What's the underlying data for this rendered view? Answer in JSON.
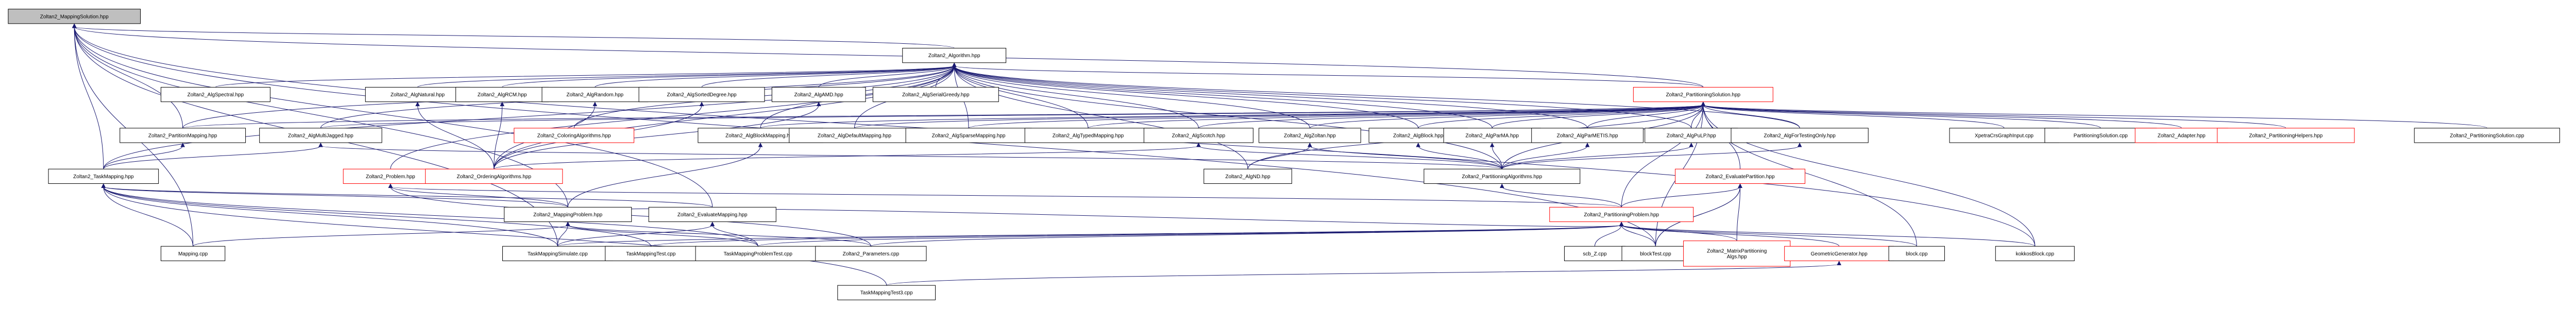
{
  "diagram": {
    "title": "",
    "colors": {
      "root_fill": "#bfbfbf",
      "node_fill": "#ffffff",
      "node_border": "#000000",
      "node_border_undocumented": "#ff0000",
      "node_text_undocumented": "#ff0000",
      "edge_color": "#191970"
    },
    "nodes": [
      {
        "id": "mapping_solution",
        "label": "Zoltan2_MappingSolution.hpp",
        "kind": "root"
      },
      {
        "id": "algorithm",
        "label": "Zoltan2_Algorithm.hpp",
        "kind": "normal"
      },
      {
        "id": "alg_serial",
        "label": "Zoltan2_AlgSpectral.hpp",
        "kind": "normal"
      },
      {
        "id": "alg_natural",
        "label": "Zoltan2_AlgNatural.hpp",
        "kind": "normal"
      },
      {
        "id": "alg_rcm",
        "label": "Zoltan2_AlgRCM.hpp",
        "kind": "normal"
      },
      {
        "id": "alg_random",
        "label": "Zoltan2_AlgRandom.hpp",
        "kind": "normal"
      },
      {
        "id": "alg_sorted_degree",
        "label": "Zoltan2_AlgSortedDegree.hpp",
        "kind": "normal"
      },
      {
        "id": "alg_amd",
        "label": "Zoltan2_AlgAMD.hpp",
        "kind": "normal"
      },
      {
        "id": "alg_serial_greedy",
        "label": "Zoltan2_AlgSerialGreedy.hpp",
        "kind": "normal"
      },
      {
        "id": "partitioning_solution",
        "label": "Zoltan2_PartitioningSolution.hpp",
        "kind": "undocumented"
      },
      {
        "id": "partition_mapping",
        "label": "Zoltan2_PartitionMapping.hpp",
        "kind": "normal"
      },
      {
        "id": "alg_multijagged",
        "label": "Zoltan2_AlgMultiJagged.hpp",
        "kind": "normal"
      },
      {
        "id": "coloring_algorithms",
        "label": "Zoltan2_ColoringAlgorithms.hpp",
        "kind": "undocumented"
      },
      {
        "id": "alg_block_mapping",
        "label": "Zoltan2_AlgBlockMapping.hpp",
        "kind": "normal"
      },
      {
        "id": "alg_default_mapping",
        "label": "Zoltan2_AlgDefaultMapping.hpp",
        "kind": "normal"
      },
      {
        "id": "alg_sparse_mapping",
        "label": "Zoltan2_AlgSparseMapping.hpp",
        "kind": "normal"
      },
      {
        "id": "alg_typed_mapping",
        "label": "Zoltan2_AlgTypedMapping.hpp",
        "kind": "normal"
      },
      {
        "id": "alg_scotch",
        "label": "Zoltan2_AlgScotch.hpp",
        "kind": "normal"
      },
      {
        "id": "alg_zoltan",
        "label": "Zoltan2_AlgZoltan.hpp",
        "kind": "normal"
      },
      {
        "id": "alg_block",
        "label": "Zoltan2_AlgBlock.hpp",
        "kind": "normal"
      },
      {
        "id": "alg_parma",
        "label": "Zoltan2_AlgParMA.hpp",
        "kind": "normal"
      },
      {
        "id": "alg_parmetis",
        "label": "Zoltan2_AlgParMETIS.hpp",
        "kind": "normal"
      },
      {
        "id": "alg_pulp",
        "label": "Zoltan2_AlgPuLP.hpp",
        "kind": "normal"
      },
      {
        "id": "alg_for_testing_only",
        "label": "Zoltan2_AlgForTestingOnly.hpp",
        "kind": "normal"
      },
      {
        "id": "xpetra_crs_graph_input",
        "label": "XpetraCrsGraphInput.cpp",
        "kind": "normal"
      },
      {
        "id": "partitioning_solution_cpp",
        "label": "PartitioningSolution.cpp",
        "kind": "normal"
      },
      {
        "id": "adapter",
        "label": "Zoltan2_Adapter.hpp",
        "kind": "undocumented"
      },
      {
        "id": "partitioning_helpers",
        "label": "Zoltan2_PartitioningHelpers.hpp",
        "kind": "undocumented"
      },
      {
        "id": "z2_partitioning_solution_cpp",
        "label": "Zoltan2_PartitioningSolution.cpp",
        "kind": "normal"
      },
      {
        "id": "task_mapping",
        "label": "Zoltan2_TaskMapping.hpp",
        "kind": "normal"
      },
      {
        "id": "problem",
        "label": "Zoltan2_Problem.hpp",
        "kind": "undocumented"
      },
      {
        "id": "ordering_algorithms",
        "label": "Zoltan2_OrderingAlgorithms.hpp",
        "kind": "undocumented"
      },
      {
        "id": "alg_nd",
        "label": "Zoltan2_AlgND.hpp",
        "kind": "normal"
      },
      {
        "id": "partitioning_algorithms",
        "label": "Zoltan2_PartitioningAlgorithms.hpp",
        "kind": "normal"
      },
      {
        "id": "evaluate_partition",
        "label": "Zoltan2_EvaluatePartition.hpp",
        "kind": "undocumented"
      },
      {
        "id": "mapping_problem",
        "label": "Zoltan2_MappingProblem.hpp",
        "kind": "normal"
      },
      {
        "id": "evaluate_mapping",
        "label": "Zoltan2_EvaluateMapping.hpp",
        "kind": "normal"
      },
      {
        "id": "partitioning_problem",
        "label": "Zoltan2_PartitioningProblem.hpp",
        "kind": "undocumented"
      },
      {
        "id": "mapping_cpp",
        "label": "Mapping.cpp",
        "kind": "normal"
      },
      {
        "id": "task_mapping_simulate",
        "label": "TaskMappingSimulate.cpp",
        "kind": "normal"
      },
      {
        "id": "task_mapping_test",
        "label": "TaskMappingTest.cpp",
        "kind": "normal"
      },
      {
        "id": "task_mapping_problem_test",
        "label": "TaskMappingProblemTest.cpp",
        "kind": "normal"
      },
      {
        "id": "z2_parameters",
        "label": "Zoltan2_Parameters.cpp",
        "kind": "normal"
      },
      {
        "id": "scb_z",
        "label": "scb_Z.cpp",
        "kind": "normal"
      },
      {
        "id": "block_test",
        "label": "blockTest.cpp",
        "kind": "normal"
      },
      {
        "id": "matrix_partitioning_alg",
        "label": "Zoltan2_MatrixPartitioning\nAlgs.hpp",
        "kind": "undocumented"
      },
      {
        "id": "geometric_generator",
        "label": "GeometricGenerator.hpp",
        "kind": "undocumented"
      },
      {
        "id": "block_cpp",
        "label": "block.cpp",
        "kind": "normal"
      },
      {
        "id": "kokkos_block",
        "label": "kokkosBlock.cpp",
        "kind": "normal"
      },
      {
        "id": "task_mapping_test3",
        "label": "TaskMappingTest3.cpp",
        "kind": "normal"
      }
    ],
    "edges": [
      [
        "algorithm",
        "mapping_solution"
      ],
      [
        "partitioning_solution",
        "mapping_solution"
      ],
      [
        "partition_mapping",
        "mapping_solution"
      ],
      [
        "task_mapping",
        "mapping_solution"
      ],
      [
        "mapping_problem",
        "mapping_solution"
      ],
      [
        "evaluate_mapping",
        "mapping_solution"
      ],
      [
        "mapping_cpp",
        "mapping_solution"
      ],
      [
        "task_mapping_simulate",
        "mapping_solution"
      ],
      [
        "block_test",
        "mapping_solution"
      ],
      [
        "kokkos_block",
        "mapping_solution"
      ],
      [
        "alg_serial",
        "algorithm"
      ],
      [
        "alg_natural",
        "algorithm"
      ],
      [
        "alg_rcm",
        "algorithm"
      ],
      [
        "alg_random",
        "algorithm"
      ],
      [
        "alg_sorted_degree",
        "algorithm"
      ],
      [
        "alg_amd",
        "algorithm"
      ],
      [
        "alg_serial_greedy",
        "algorithm"
      ],
      [
        "partitioning_solution",
        "algorithm"
      ],
      [
        "partition_mapping",
        "algorithm"
      ],
      [
        "alg_multijagged",
        "algorithm"
      ],
      [
        "coloring_algorithms",
        "algorithm"
      ],
      [
        "alg_block_mapping",
        "algorithm"
      ],
      [
        "alg_default_mapping",
        "algorithm"
      ],
      [
        "alg_sparse_mapping",
        "algorithm"
      ],
      [
        "alg_typed_mapping",
        "algorithm"
      ],
      [
        "alg_scotch",
        "algorithm"
      ],
      [
        "alg_zoltan",
        "algorithm"
      ],
      [
        "alg_block",
        "algorithm"
      ],
      [
        "alg_parma",
        "algorithm"
      ],
      [
        "alg_parmetis",
        "algorithm"
      ],
      [
        "alg_pulp",
        "algorithm"
      ],
      [
        "alg_for_testing_only",
        "algorithm"
      ],
      [
        "problem",
        "algorithm"
      ],
      [
        "ordering_algorithms",
        "algorithm"
      ],
      [
        "alg_nd",
        "algorithm"
      ],
      [
        "task_mapping",
        "algorithm"
      ],
      [
        "partitioning_algorithms",
        "algorithm"
      ],
      [
        "alg_multijagged",
        "partitioning_solution"
      ],
      [
        "alg_block_mapping",
        "partitioning_solution"
      ],
      [
        "alg_default_mapping",
        "partitioning_solution"
      ],
      [
        "alg_sparse_mapping",
        "partitioning_solution"
      ],
      [
        "alg_typed_mapping",
        "partitioning_solution"
      ],
      [
        "alg_scotch",
        "partitioning_solution"
      ],
      [
        "alg_zoltan",
        "partitioning_solution"
      ],
      [
        "alg_block",
        "partitioning_solution"
      ],
      [
        "alg_parma",
        "partitioning_solution"
      ],
      [
        "alg_parmetis",
        "partitioning_solution"
      ],
      [
        "alg_pulp",
        "partitioning_solution"
      ],
      [
        "alg_for_testing_only",
        "partitioning_solution"
      ],
      [
        "xpetra_crs_graph_input",
        "partitioning_solution"
      ],
      [
        "partitioning_solution_cpp",
        "partitioning_solution"
      ],
      [
        "adapter",
        "partitioning_solution"
      ],
      [
        "partitioning_helpers",
        "partitioning_solution"
      ],
      [
        "z2_partitioning_solution_cpp",
        "partitioning_solution"
      ],
      [
        "partition_mapping",
        "partitioning_solution"
      ],
      [
        "alg_nd",
        "partitioning_solution"
      ],
      [
        "partitioning_algorithms",
        "partitioning_solution"
      ],
      [
        "evaluate_partition",
        "partitioning_solution"
      ],
      [
        "partitioning_problem",
        "partitioning_solution"
      ],
      [
        "block_cpp",
        "partitioning_solution"
      ],
      [
        "block_test",
        "partitioning_solution"
      ],
      [
        "kokkos_block",
        "partitioning_solution"
      ],
      [
        "task_mapping",
        "partition_mapping"
      ],
      [
        "ordering_algorithms",
        "alg_natural"
      ],
      [
        "ordering_algorithms",
        "alg_rcm"
      ],
      [
        "ordering_algorithms",
        "alg_random"
      ],
      [
        "ordering_algorithms",
        "alg_sorted_degree"
      ],
      [
        "ordering_algorithms",
        "alg_amd"
      ],
      [
        "task_mapping",
        "alg_multijagged"
      ],
      [
        "partitioning_algorithms",
        "alg_multijagged"
      ],
      [
        "mapping_problem",
        "alg_block_mapping"
      ],
      [
        "alg_nd",
        "alg_zoltan"
      ],
      [
        "partitioning_algorithms",
        "alg_zoltan"
      ],
      [
        "partitioning_algorithms",
        "alg_block"
      ],
      [
        "partitioning_algorithms",
        "alg_parma"
      ],
      [
        "partitioning_algorithms",
        "alg_parmetis"
      ],
      [
        "partitioning_algorithms",
        "alg_pulp"
      ],
      [
        "partitioning_algorithms",
        "alg_for_testing_only"
      ],
      [
        "ordering_algorithms",
        "alg_scotch"
      ],
      [
        "partitioning_algorithms",
        "alg_scotch"
      ],
      [
        "mapping_problem",
        "task_mapping"
      ],
      [
        "evaluate_mapping",
        "task_mapping"
      ],
      [
        "mapping_cpp",
        "task_mapping"
      ],
      [
        "task_mapping_simulate",
        "task_mapping"
      ],
      [
        "task_mapping_test",
        "task_mapping"
      ],
      [
        "task_mapping_problem_test",
        "task_mapping"
      ],
      [
        "task_mapping_test3",
        "task_mapping"
      ],
      [
        "mapping_problem",
        "problem"
      ],
      [
        "partitioning_problem",
        "problem"
      ],
      [
        "z2_parameters",
        "problem"
      ],
      [
        "partitioning_problem",
        "partitioning_algorithms"
      ],
      [
        "partitioning_problem",
        "evaluate_partition"
      ],
      [
        "block_test",
        "evaluate_partition"
      ],
      [
        "mapping_cpp",
        "mapping_problem"
      ],
      [
        "task_mapping_simulate",
        "mapping_problem"
      ],
      [
        "task_mapping_problem_test",
        "mapping_problem"
      ],
      [
        "z2_parameters",
        "mapping_problem"
      ],
      [
        "task_mapping_simulate",
        "evaluate_mapping"
      ],
      [
        "task_mapping_problem_test",
        "evaluate_mapping"
      ],
      [
        "mapping_problem",
        "partitioning_problem"
      ],
      [
        "task_mapping_simulate",
        "partitioning_problem"
      ],
      [
        "task_mapping_test",
        "partitioning_problem"
      ],
      [
        "task_mapping_problem_test",
        "partitioning_problem"
      ],
      [
        "z2_parameters",
        "partitioning_problem"
      ],
      [
        "scb_z",
        "partitioning_problem"
      ],
      [
        "block_test",
        "partitioning_problem"
      ],
      [
        "matrix_partitioning_alg",
        "partitioning_problem"
      ],
      [
        "geometric_generator",
        "partitioning_problem"
      ],
      [
        "block_cpp",
        "partitioning_problem"
      ],
      [
        "kokkos_block",
        "partitioning_problem"
      ],
      [
        "task_mapping_test3",
        "geometric_generator"
      ],
      [
        "block_test",
        "evaluate_partition"
      ],
      [
        "matrix_partitioning_alg",
        "evaluate_partition"
      ]
    ]
  }
}
